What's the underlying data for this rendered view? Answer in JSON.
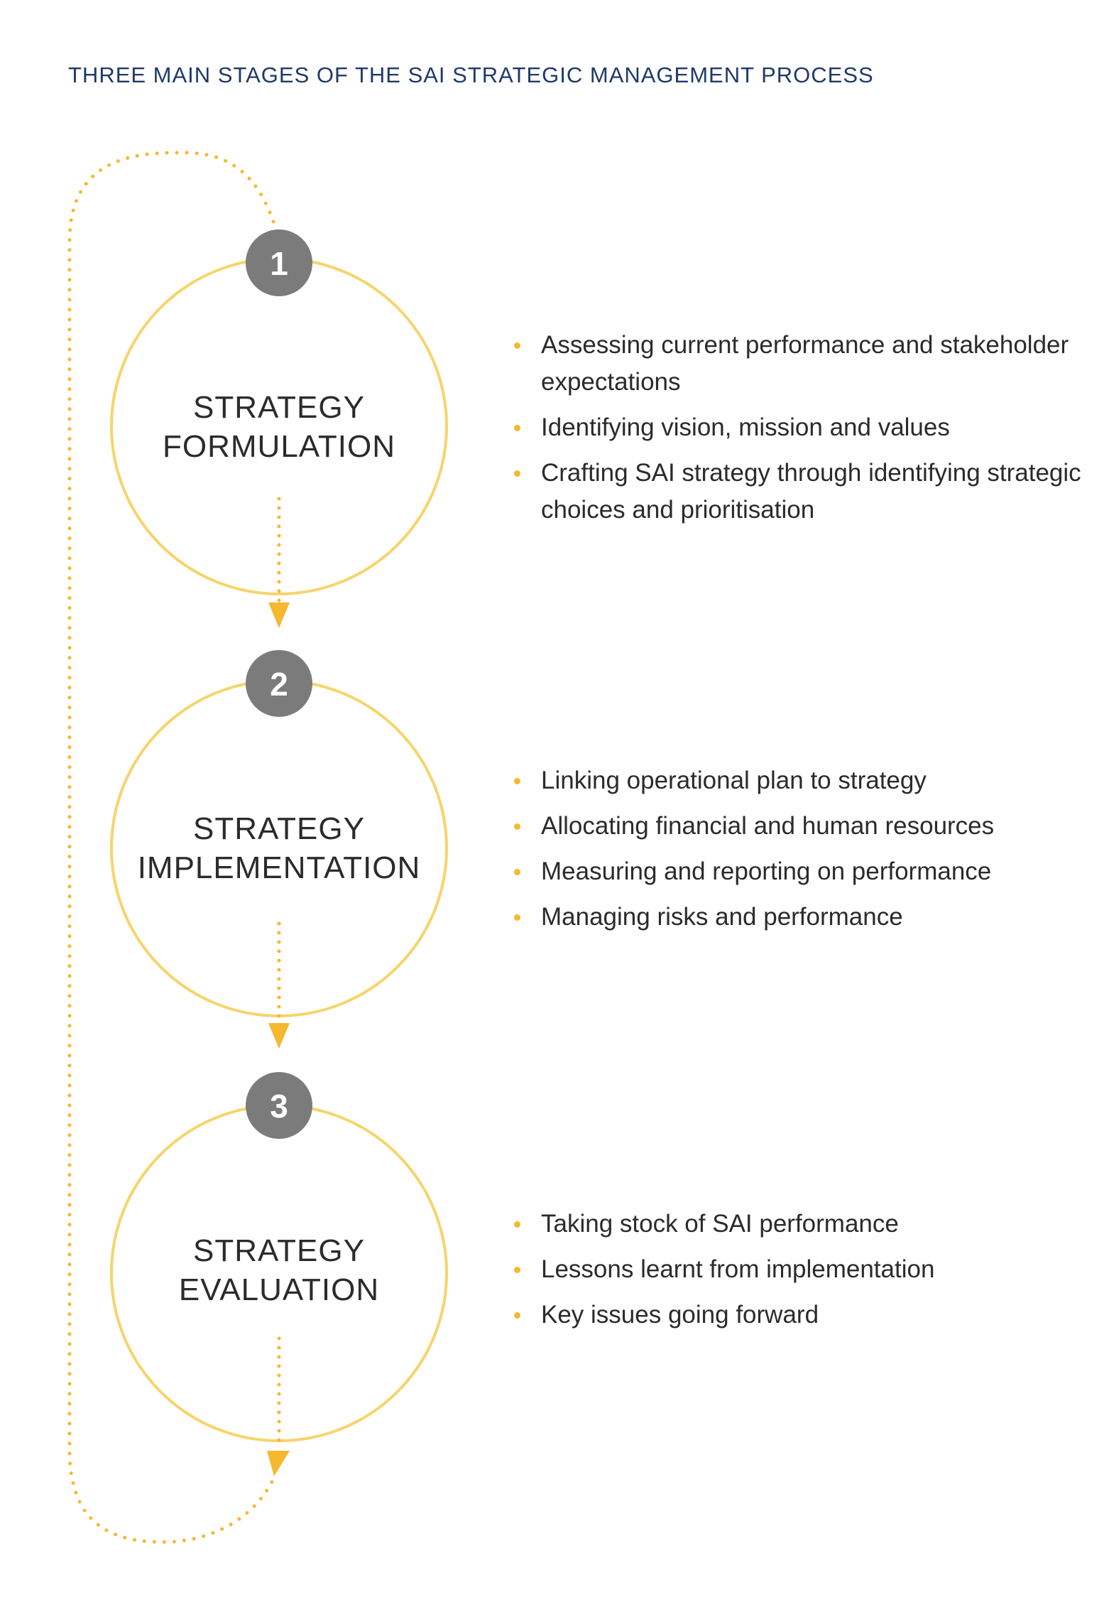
{
  "title": "THREE MAIN STAGES OF THE SAI STRATEGIC MANAGEMENT PROCESS",
  "colors": {
    "title": "#1f3a68",
    "circle_stroke": "#f7d46a",
    "badge": "#7b7b7b",
    "arrow": "#f5b82e",
    "bullet": "#f5b82e",
    "text": "#2b2b2b"
  },
  "stages": [
    {
      "number": "1",
      "title_line1": "STRATEGY",
      "title_line2": "FORMULATION",
      "bullets": [
        "Assessing current performance and stakeholder expectations",
        "Identifying vision, mission and values",
        "Crafting SAI strategy through identifying strategic choices and prioritisation"
      ]
    },
    {
      "number": "2",
      "title_line1": "STRATEGY",
      "title_line2": "IMPLEMENTATION",
      "bullets": [
        "Linking operational plan to strategy",
        "Allocating financial and human resources",
        "Measuring and reporting on performance",
        "Managing risks and performance"
      ]
    },
    {
      "number": "3",
      "title_line1": "STRATEGY",
      "title_line2": "EVALUATION",
      "bullets": [
        "Taking stock of SAI performance",
        "Lessons learnt from implementation",
        "Key issues going forward"
      ]
    }
  ]
}
